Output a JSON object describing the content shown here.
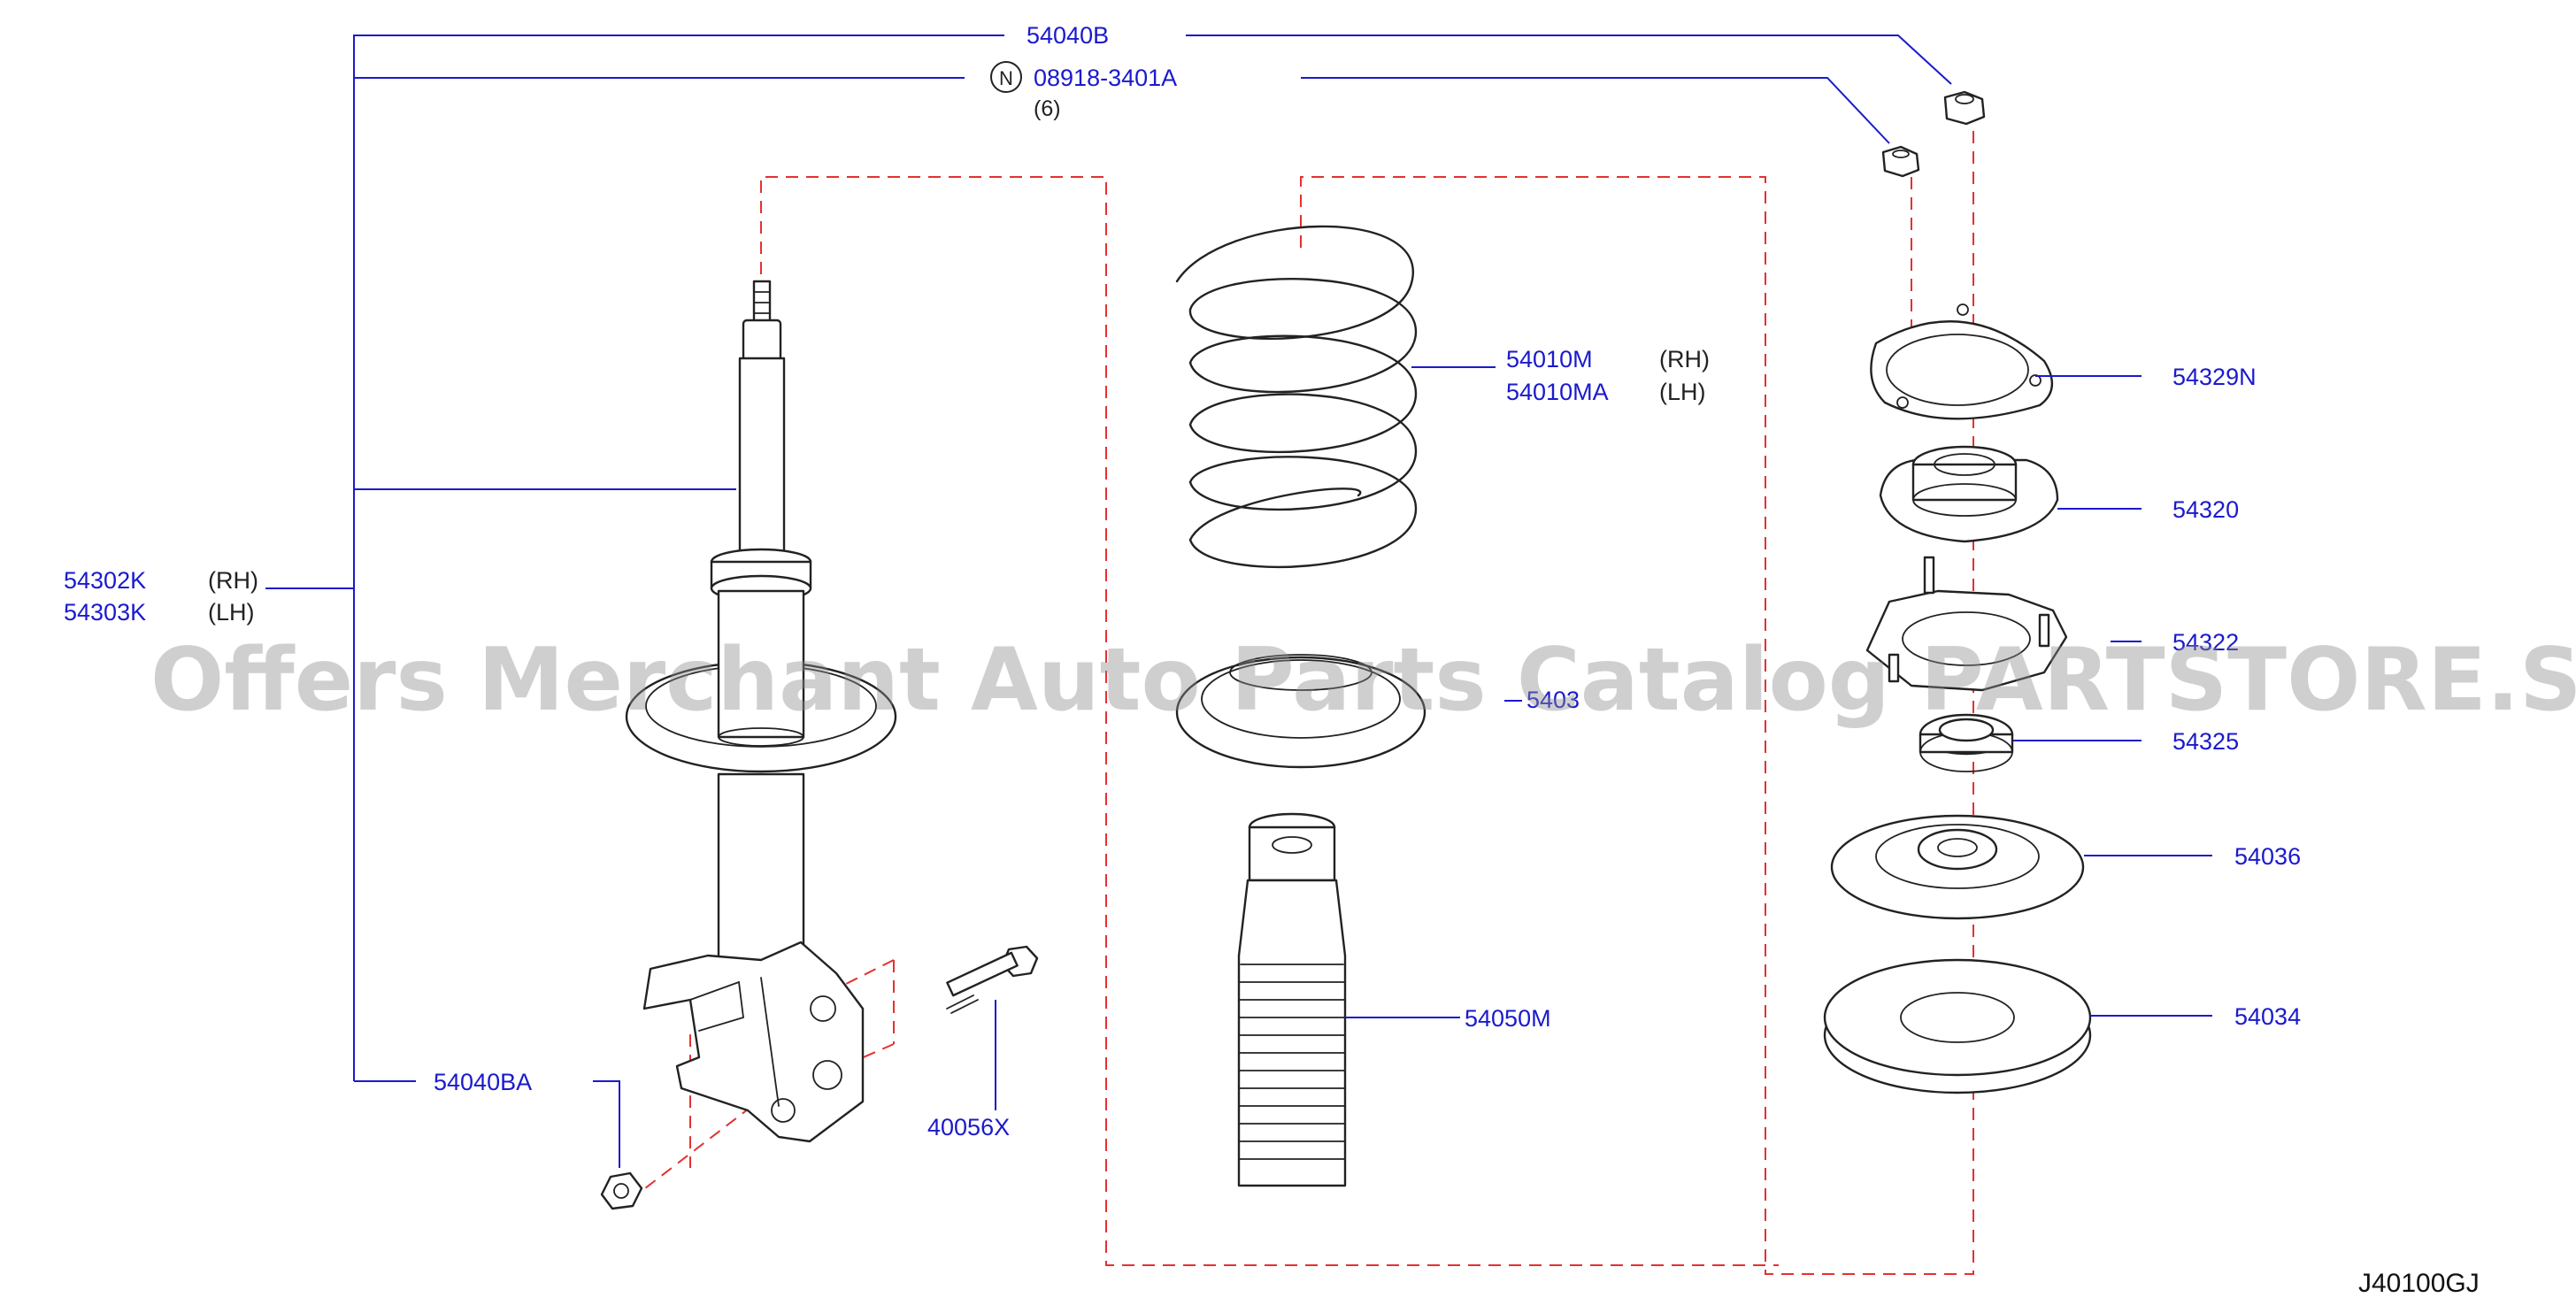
{
  "labels": {
    "p54040B": "54040B",
    "p08918": "08918-3401A",
    "n_symbol": "N",
    "qty6": "(6)",
    "p54302K": "54302K",
    "p54303K": "54303K",
    "rh1": "(RH)",
    "lh1": "(LH)",
    "p54040BA": "54040BA",
    "p40056X": "40056X",
    "p54010M": "54010M",
    "p54010MA": "54010MA",
    "rh2": "(RH)",
    "lh2": "(LH)",
    "p5403x": "5403",
    "p54050M": "54050M",
    "p54329N": "54329N",
    "p54320": "54320",
    "p54322": "54322",
    "p54325": "54325",
    "p54036": "54036",
    "p54034": "54034"
  },
  "watermark": "Offers Merchant Auto Parts Catalog PARTSTORE.SA",
  "diagram_code": "J40100GJ",
  "colors": {
    "part_number": "#1a1acd",
    "leader_line": "#1a1acd",
    "dashed_line": "#e53030",
    "drawing_ink": "#222222",
    "watermark": "#8c8c8c"
  }
}
